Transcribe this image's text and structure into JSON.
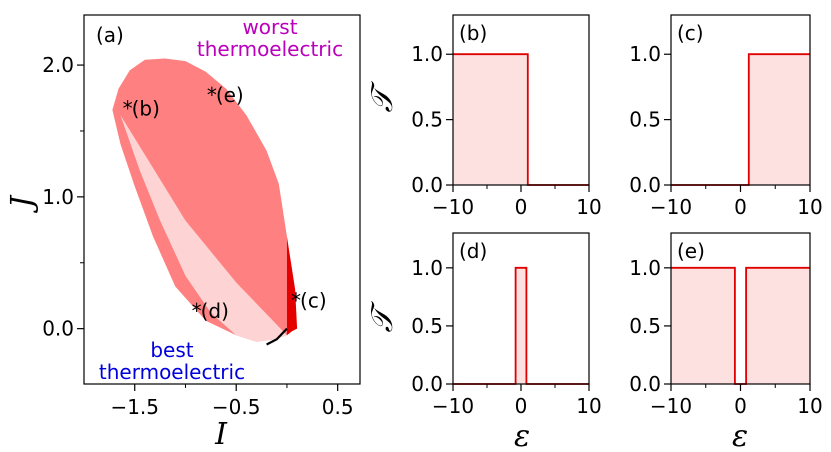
{
  "colors": {
    "light": "#fdd3d3",
    "mid": "#ff8080",
    "dark": "#e50000",
    "line": "#e00000",
    "fill": "#fde0e0",
    "worst": "#bb00bb",
    "best": "#0000dd"
  },
  "chart_data": [
    {
      "panel": "(a)",
      "type": "area",
      "xlabel": "I",
      "ylabel": "J",
      "xlim": [
        -2.0,
        0.72
      ],
      "ylim": [
        -0.42,
        2.38
      ],
      "xticks": [
        {
          "v": -1.5,
          "t": "−1.5"
        },
        {
          "v": -0.5,
          "t": "−0.5"
        },
        {
          "v": 0.5,
          "t": "0.5"
        }
      ],
      "xminor": [
        -1.0,
        0.0
      ],
      "yticks": [
        {
          "v": 0.0,
          "t": "0.0"
        },
        {
          "v": 1.0,
          "t": "1.0"
        },
        {
          "v": 2.0,
          "t": "2.0"
        }
      ],
      "yminor": [
        0.5,
        1.5
      ],
      "region_outer": [
        [
          -1.72,
          1.66
        ],
        [
          -1.66,
          1.82
        ],
        [
          -1.55,
          1.96
        ],
        [
          -1.4,
          2.04
        ],
        [
          -1.2,
          2.05
        ],
        [
          -1.0,
          2.03
        ],
        [
          -0.8,
          1.95
        ],
        [
          -0.6,
          1.82
        ],
        [
          -0.4,
          1.62
        ],
        [
          -0.2,
          1.35
        ],
        [
          -0.08,
          1.1
        ],
        [
          0.0,
          0.7
        ],
        [
          0.0,
          -0.05
        ],
        [
          -0.12,
          -0.08
        ],
        [
          -0.3,
          -0.1
        ],
        [
          -0.5,
          -0.05
        ],
        [
          -0.8,
          0.06
        ],
        [
          -1.1,
          0.32
        ],
        [
          -1.32,
          0.7
        ],
        [
          -1.5,
          1.08
        ],
        [
          -1.64,
          1.4
        ],
        [
          -1.72,
          1.66
        ]
      ],
      "region_best": [
        [
          -1.64,
          1.62
        ],
        [
          -1.45,
          1.2
        ],
        [
          -1.25,
          0.82
        ],
        [
          -1.0,
          0.4
        ],
        [
          -0.75,
          0.12
        ],
        [
          -0.5,
          -0.05
        ],
        [
          -0.3,
          -0.1
        ],
        [
          -0.12,
          -0.08
        ],
        [
          0.0,
          -0.05
        ],
        [
          -0.5,
          0.35
        ],
        [
          -1.0,
          0.82
        ],
        [
          -1.64,
          1.62
        ]
      ],
      "region_dark": [
        [
          0.0,
          0.7
        ],
        [
          0.08,
          0.3
        ],
        [
          0.1,
          0.0
        ],
        [
          0.05,
          -0.02
        ],
        [
          0.0,
          -0.05
        ]
      ],
      "boundary_curve": [
        [
          -0.2,
          -0.12
        ],
        [
          -0.1,
          -0.08
        ],
        [
          0.0,
          0.0
        ]
      ],
      "points": [
        {
          "label": "(b)",
          "x": -1.58,
          "y": 1.68
        },
        {
          "label": "(e)",
          "x": -0.75,
          "y": 1.78
        },
        {
          "label": "(c)",
          "x": 0.08,
          "y": 0.22
        },
        {
          "label": "(d)",
          "x": -0.9,
          "y": 0.14
        }
      ],
      "annotations": {
        "worst_1": "worst",
        "worst_2": "thermoelectric",
        "best_1": "best",
        "best_2": "thermoelectric"
      }
    },
    {
      "panel": "(b)",
      "type": "area",
      "xlim": [
        -10,
        10
      ],
      "ylim": [
        0,
        1.3
      ],
      "x": [
        -10,
        1,
        1,
        10
      ],
      "y": [
        1,
        1,
        0,
        0
      ]
    },
    {
      "panel": "(c)",
      "type": "area",
      "xlim": [
        -10,
        10
      ],
      "ylim": [
        0,
        1.3
      ],
      "x": [
        -10,
        1.2,
        1.2,
        10
      ],
      "y": [
        0,
        0,
        1,
        1
      ]
    },
    {
      "panel": "(d)",
      "type": "area",
      "xlim": [
        -10,
        10
      ],
      "ylim": [
        0,
        1.3
      ],
      "x": [
        -10,
        -0.8,
        -0.8,
        0.8,
        0.8,
        10
      ],
      "y": [
        0,
        0,
        1,
        1,
        0,
        0
      ]
    },
    {
      "panel": "(e)",
      "type": "area",
      "xlim": [
        -10,
        10
      ],
      "ylim": [
        0,
        1.3
      ],
      "x": [
        -10,
        -0.8,
        -0.8,
        0.8,
        0.8,
        10
      ],
      "y": [
        1,
        1,
        0,
        0,
        1,
        1
      ]
    }
  ],
  "small_axes": {
    "xticks": [
      {
        "v": -10,
        "t": "−10"
      },
      {
        "v": 0,
        "t": "0"
      },
      {
        "v": 10,
        "t": "10"
      }
    ],
    "xminor": [
      -5,
      5
    ],
    "yticks": [
      {
        "v": 0.0,
        "t": "0.0"
      },
      {
        "v": 0.5,
        "t": "0.5"
      },
      {
        "v": 1.0,
        "t": "1.0"
      }
    ],
    "ylabel": "𝒯",
    "xlabel": "ε"
  }
}
